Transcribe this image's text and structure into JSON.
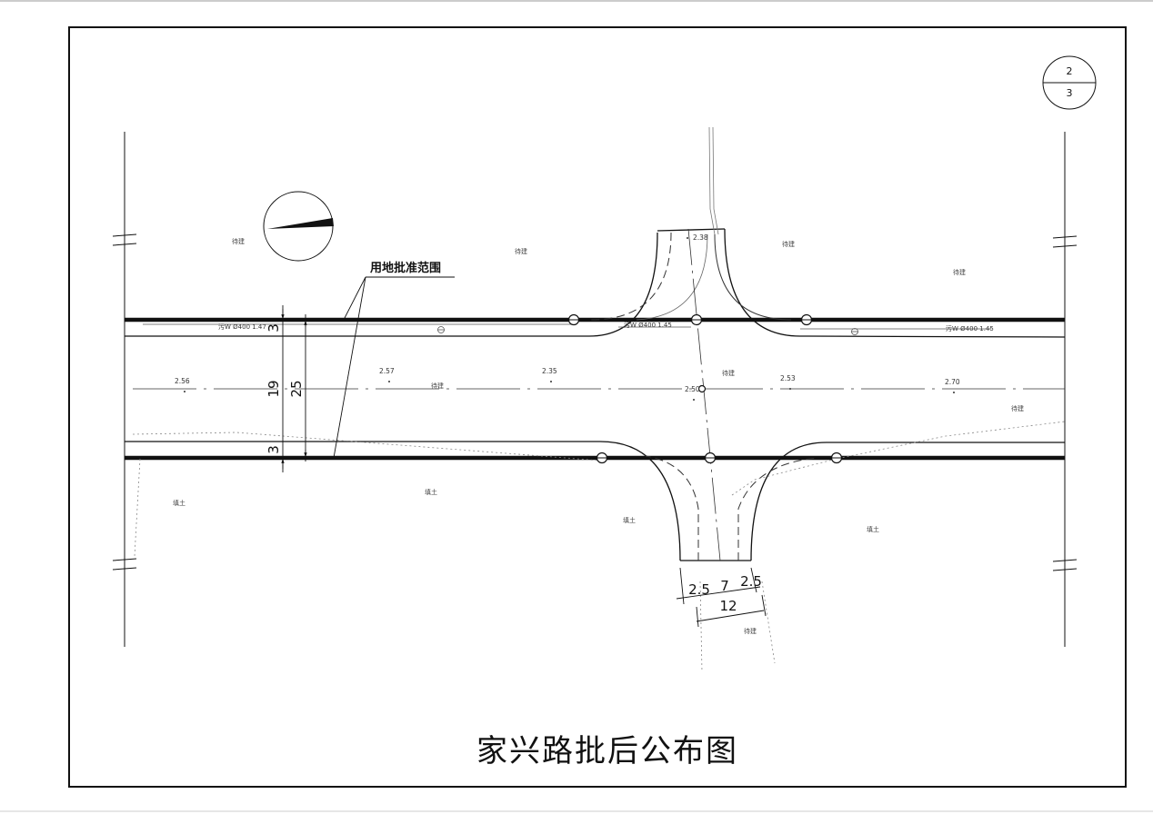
{
  "title": "家兴路批后公布图",
  "sheet": {
    "number": "2",
    "total": "3"
  },
  "scope_label": "用地批准范围",
  "land_labels": {
    "pending": "待建",
    "fill": "填土"
  },
  "pipes": [
    {
      "label": "污W  Ø400  1.47"
    },
    {
      "label": "污W  Ø400  1.45"
    },
    {
      "label": "污W  Ø400  1.45"
    }
  ],
  "elevations": [
    "2.56",
    "2.57",
    "2.35",
    "2.38",
    "2.50",
    "2.53",
    "2.70"
  ],
  "dimensions": {
    "vertical": [
      "3",
      "19",
      "3",
      "25"
    ],
    "horizontal": [
      "2.5",
      "7",
      "2.5",
      "12"
    ]
  }
}
